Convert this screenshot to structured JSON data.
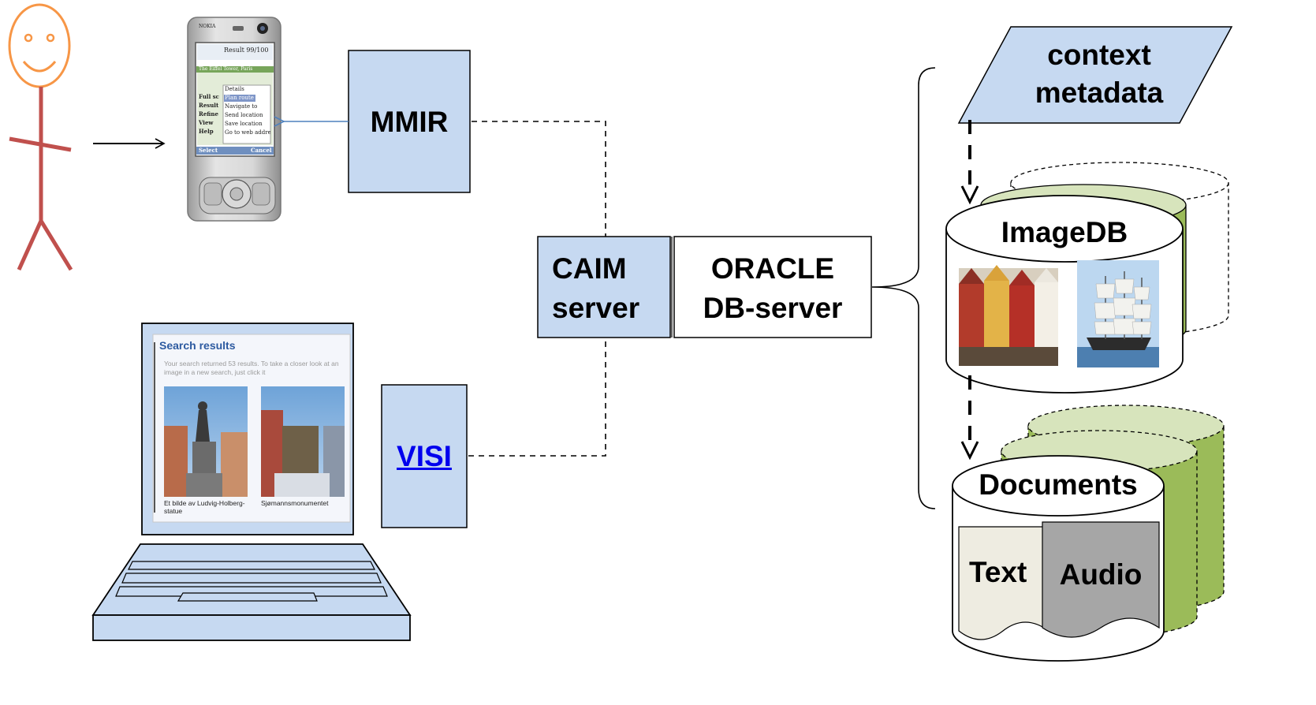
{
  "nodes": {
    "mmir": "MMIR",
    "visi": "VISI",
    "caim_line1": "CAIM",
    "caim_line2": "server",
    "oracle_line1": "ORACLE",
    "oracle_line2": "DB-server",
    "context_line1": "context",
    "context_line2": "metadata",
    "imagedb": "ImageDB",
    "documents": "Documents",
    "text": "Text",
    "audio": "Audio"
  },
  "phone": {
    "brand": "NOKIA",
    "header": "Result 99/100",
    "banner": "The Eiffel Tower, Paris",
    "left_menu": [
      "Full sc",
      "Result",
      "Refine",
      "View",
      "Help"
    ],
    "popup_menu": [
      "Details",
      "Plan route to",
      "Navigate to",
      "Send location",
      "Save location",
      "Go to web address"
    ],
    "soft_left": "Select",
    "soft_right": "Cancel"
  },
  "laptop": {
    "title": "Search results",
    "intro": "Your search returned 53 results. To take a closer look at an image in a new search, just click it",
    "caption1": "Et bilde av Ludvig-Holberg-statue",
    "caption2": "Sjømannsmonumentet"
  },
  "colors": {
    "box_fill": "#c6d9f1",
    "db_green": "#9bbb59",
    "db_green_light": "#d7e4bc",
    "text_doc": "#eeece1",
    "audio_doc": "#a6a6a6",
    "stick_head": "#f79646",
    "stick_body": "#c0504d",
    "link_blue": "#0000ee"
  }
}
